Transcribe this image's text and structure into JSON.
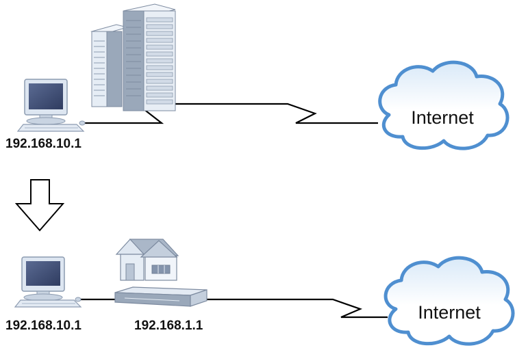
{
  "top": {
    "pc_label": "192.168.10.1",
    "cloud_label": "Internet"
  },
  "bottom": {
    "pc_label": "192.168.10.1",
    "router_label": "192.168.1.1",
    "cloud_label": "Internet"
  },
  "icons": {
    "pc": "computer-icon",
    "servers": "server-tower-icon",
    "house": "house-icon",
    "router": "router-icon",
    "cloud": "cloud-icon",
    "arrow": "arrow-down-icon"
  },
  "colors": {
    "pc_body": "#dde6f1",
    "pc_screen": "#3d4d74",
    "server_front": "#e8eef5",
    "server_side": "#9aa8ba",
    "cloud_edge": "#4f8fd0",
    "cloud_fill": "#ffffff",
    "line": "#000000"
  }
}
